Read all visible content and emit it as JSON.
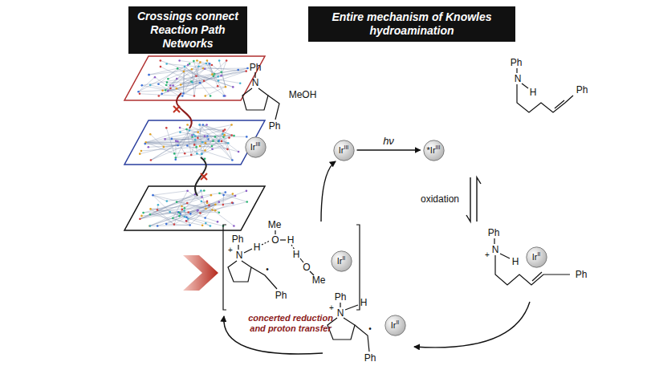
{
  "diagram": {
    "nodes": [
      {
        "text": [
          "Crossings connect Reaction Path Networks"
        ]
      },
      {
        "text": [
          "Entire mechanism of Knowles hydroamination"
        ]
      },
      {
        "text": [
          "Ir",
          "III"
        ]
      },
      {
        "text": [
          "Ir",
          "III"
        ]
      },
      {
        "text": [
          "*Ir",
          "III"
        ]
      },
      {
        "text": [
          "Ir",
          "II"
        ]
      },
      {
        "text": [
          "Ir",
          "II"
        ]
      },
      {
        "text": [
          "Ir",
          "II"
        ]
      }
    ],
    "edges": [
      {
        "from": 3,
        "to": 4,
        "label": "hν",
        "arrow": "to"
      }
    ],
    "labels": [
      "Ph",
      "N",
      "MeOH",
      "Ph",
      "Ph",
      "N",
      "H",
      "Ph",
      "oxidation",
      "Ph",
      "N",
      "+",
      "H",
      "Ph",
      "Ph",
      "N",
      "H",
      "+",
      "•",
      "Ph",
      "Ph",
      "N",
      "+",
      "H",
      "Me",
      "O",
      "H",
      "H",
      "O",
      "Me",
      "•",
      "Ph",
      "concerted reduction and proton transfer"
    ]
  }
}
